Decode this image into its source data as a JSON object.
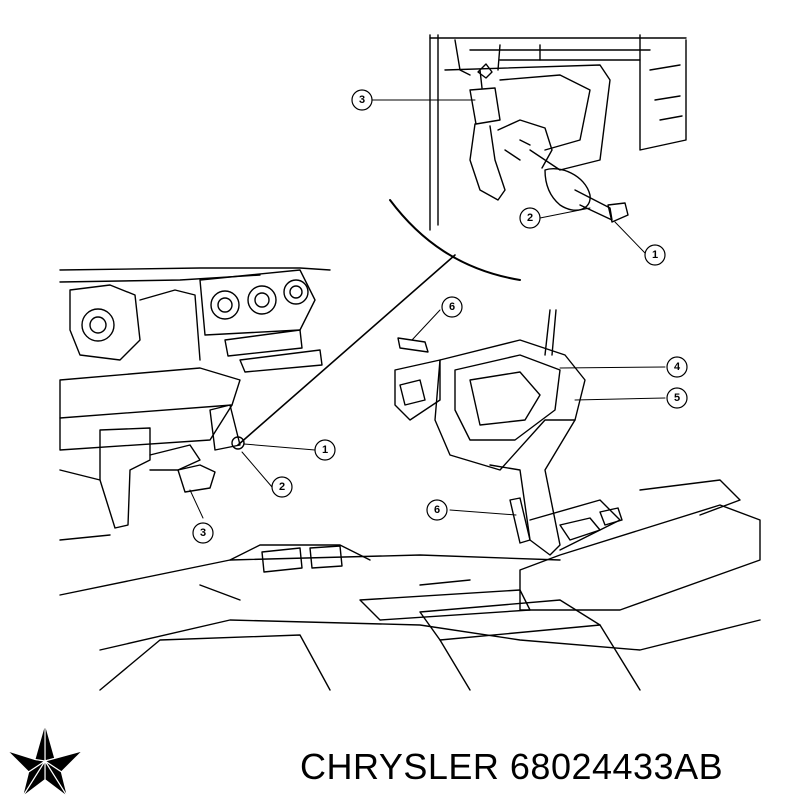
{
  "footer": {
    "caption": "CHRYSLER 68024433AB",
    "logo_icon": "pentastar-logo-icon"
  },
  "callouts": {
    "inset": [
      "3",
      "2",
      "1"
    ],
    "main_left": [
      "1",
      "2",
      "3"
    ],
    "main_right": [
      "6",
      "4",
      "5",
      "6"
    ]
  },
  "colors": {
    "line": "#000000",
    "background": "#ffffff"
  }
}
